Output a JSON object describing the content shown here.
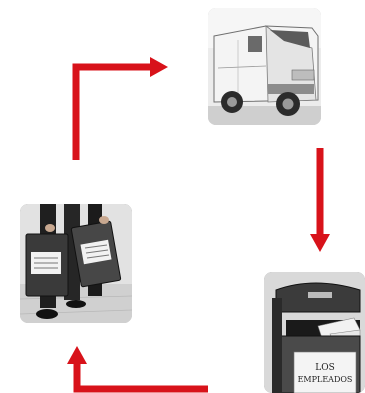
{
  "diagram": {
    "flow_color": "#d8121a",
    "nodes": [
      {
        "id": "van",
        "icon": "armored-van-icon"
      },
      {
        "id": "bin",
        "icon": "secure-collection-bin-icon",
        "sign_line_1": "LOS",
        "sign_line_2": "EMPLEADOS"
      },
      {
        "id": "guards",
        "icon": "guards-carrying-bins-icon"
      }
    ]
  }
}
